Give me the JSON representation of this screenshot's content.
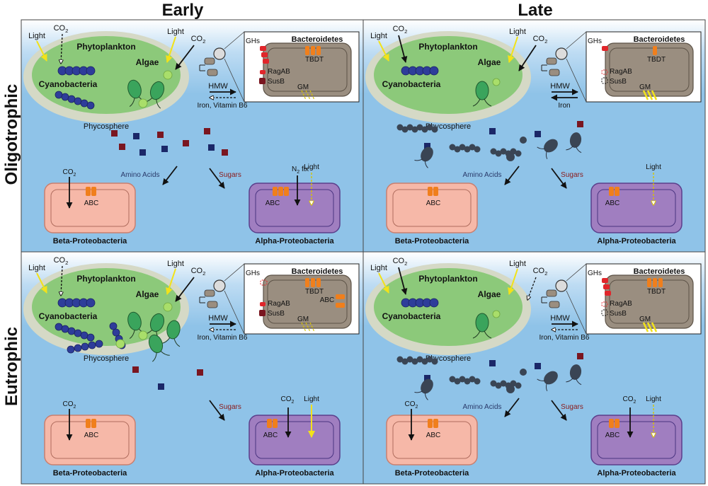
{
  "columns": [
    "Early",
    "Late"
  ],
  "rows": [
    "Oligotrophic",
    "Eutrophic"
  ],
  "labels": {
    "phytoplankton": "Phytoplankton",
    "algae": "Algae",
    "cyanobacteria": "Cyanobacteria",
    "phycosphere": "Phycosphere",
    "light": "Light",
    "co2": "CO",
    "co2_sub": "2",
    "bacteroidetes": "Bacteroidetes",
    "ghs": "GHs",
    "tbdt": "TBDT",
    "ragab": "RagAB",
    "susb": "SusB",
    "gm": "GM",
    "abc": "ABC",
    "hmw": "HMW",
    "beta": "Beta-Proteobacteria",
    "alpha": "Alpha-Proteobacteria",
    "amino_acids": "Amino Acids",
    "sugars": "Sugars",
    "n2fix_n": "N",
    "n2fix_sub": "2",
    "n2fix_rest": " fix"
  },
  "panels": [
    {
      "id": "oligo-early",
      "col": 0,
      "row": 0,
      "stage": "early",
      "nutrient": "oligo",
      "hmw_note": "Iron, Vitamin B6",
      "show_amino": true,
      "show_sugars": true,
      "alpha_co2": false,
      "alpha_n2fix": true,
      "beta_co2": true
    },
    {
      "id": "oligo-late",
      "col": 1,
      "row": 0,
      "stage": "late",
      "nutrient": "oligo",
      "hmw_note": "Iron",
      "show_amino": true,
      "show_sugars": true,
      "alpha_co2": false,
      "alpha_n2fix": false,
      "beta_co2": false
    },
    {
      "id": "eutro-early",
      "col": 0,
      "row": 1,
      "stage": "early",
      "nutrient": "eutro",
      "hmw_note": "Iron, Vitamin B6",
      "show_amino": false,
      "show_sugars": true,
      "alpha_co2": true,
      "alpha_n2fix": false,
      "beta_co2": true
    },
    {
      "id": "eutro-late",
      "col": 1,
      "row": 1,
      "stage": "late",
      "nutrient": "eutro",
      "hmw_note": "Iron, Vitamin B6",
      "show_amino": true,
      "show_sugars": true,
      "alpha_co2": true,
      "alpha_n2fix": false,
      "beta_co2": true
    }
  ],
  "colors": {
    "water_top": "#ffffff",
    "water": "#8fc3e8",
    "phyco_rim": "#d5d9c6",
    "cell_green": "#8cc97a",
    "cyano": "#2e3d9a",
    "algae": "#3aa45c",
    "bacteroidetes_fill": "#9a8e80",
    "beta_fill": "#f6b8a8",
    "alpha_fill": "#a07ec0",
    "orange": "#f07f1c",
    "red_ghs": "#e0262b",
    "light": "#f2e21a",
    "dark_sq": "#7a1620",
    "navy_sq": "#1b2768",
    "agg": "#3a4554",
    "sugars_text": "#8b1a1a"
  }
}
